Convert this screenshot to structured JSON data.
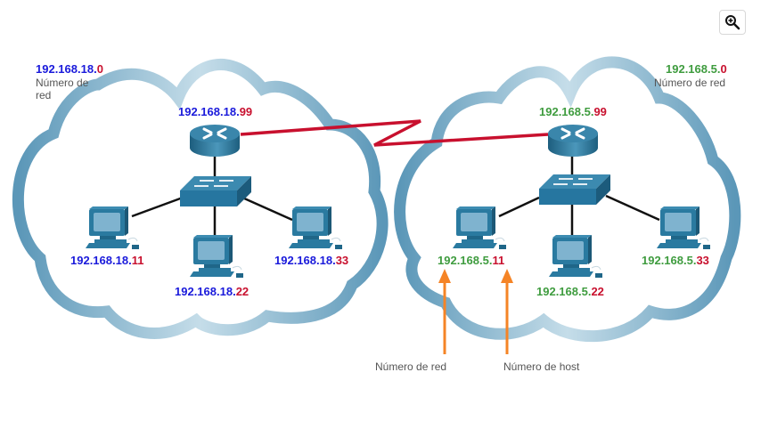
{
  "toolbar": {
    "zoom_icon": "zoom-in-icon"
  },
  "colors": {
    "network_left": "#1a1adb",
    "network_right": "#3f9c3f",
    "host_part": "#c8102e",
    "serial_link": "#c8102e",
    "arrow": "#f58426",
    "cloud": "#6fa8c6",
    "device": "#236c8e"
  },
  "left_network": {
    "address_net": "192.168.18.",
    "address_host": "0",
    "caption_line1": "Número de",
    "caption_line2": "red",
    "router": {
      "net": "192.168.18.",
      "host": "99"
    },
    "pcs": [
      {
        "net": "192.168.18.",
        "host": "11"
      },
      {
        "net": "192.168.18.",
        "host": "22"
      },
      {
        "net": "192.168.18.",
        "host": "33"
      }
    ]
  },
  "right_network": {
    "address_net": "192.168.5.",
    "address_host": "0",
    "caption": "Número de red",
    "router": {
      "net": "192.168.5.",
      "host": "99"
    },
    "pcs": [
      {
        "net": "192.168.5.",
        "host": "11"
      },
      {
        "net": "192.168.5.",
        "host": "22"
      },
      {
        "net": "192.168.5.",
        "host": "33"
      }
    ]
  },
  "annotations": {
    "network_part": "Número de red",
    "host_part": "Número de host"
  }
}
